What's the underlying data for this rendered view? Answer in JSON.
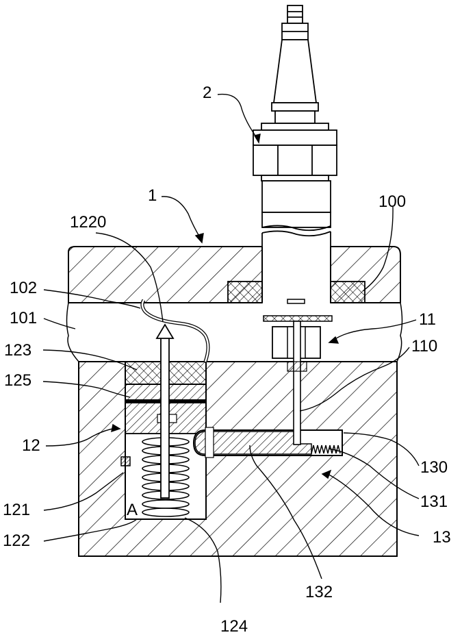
{
  "figure": {
    "labels": {
      "l2": "2",
      "l1": "1",
      "l100": "100",
      "l1220": "1220",
      "l102": "102",
      "l101": "101",
      "l123": "123",
      "l125": "125",
      "l12": "12",
      "l121": "121",
      "l122": "122",
      "lA": "A",
      "l124": "124",
      "l11": "11",
      "l110": "110",
      "l130": "130",
      "l131": "131",
      "l13": "13",
      "l132": "132"
    },
    "style": {
      "line_color": "#000000",
      "background": "#ffffff"
    }
  }
}
